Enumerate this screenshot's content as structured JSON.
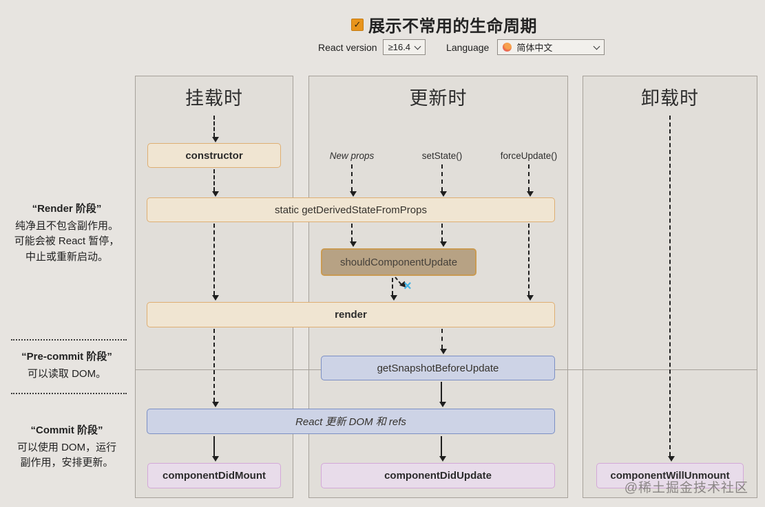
{
  "header": {
    "checkbox_label": "展示不常用的生命周期",
    "checkmark": "✓",
    "react_version_label": "React version",
    "react_version_value": "≥16.4",
    "language_label": "Language",
    "language_value": "简体中文"
  },
  "columns": {
    "mounting": {
      "title": "挂载时"
    },
    "updating": {
      "title": "更新时",
      "triggers": [
        "New props",
        "setState()",
        "forceUpdate()"
      ]
    },
    "unmounting": {
      "title": "卸载时"
    }
  },
  "boxes": {
    "constructor": "constructor",
    "getDerivedStateFromProps": "static getDerivedStateFromProps",
    "shouldComponentUpdate": "shouldComponentUpdate",
    "render": "render",
    "getSnapshotBeforeUpdate": "getSnapshotBeforeUpdate",
    "reactUpdatesDom": "React 更新 DOM 和 refs",
    "componentDidMount": "componentDidMount",
    "componentDidUpdate": "componentDidUpdate",
    "componentWillUnmount": "componentWillUnmount"
  },
  "phases": {
    "render": {
      "title": "“Render 阶段”",
      "lines": [
        "纯净且不包含副作用。",
        "可能会被 React 暂停，",
        "中止或重新启动。"
      ]
    },
    "pre_commit": {
      "title": "“Pre-commit 阶段”",
      "lines": [
        "可以读取 DOM。"
      ]
    },
    "commit": {
      "title": "“Commit 阶段”",
      "lines": [
        "可以使用 DOM，运行",
        "副作用，安排更新。"
      ]
    }
  },
  "cancel_icon": "×",
  "watermark": "@稀土掘金技术社区",
  "colors": {
    "accent-orange": "#e8941c",
    "page-bg": "#e7e4e0",
    "panel-bg": "#e1ded9",
    "panel-border": "#a6a19a",
    "tan-bg": "#f0e5d2",
    "tan-border": "#deae72",
    "tan-dark-bg": "#b7a284",
    "tan-dark-border": "#c99a52",
    "blue-bg": "#cdd3e6",
    "blue-border": "#7b8fc4",
    "purple-bg": "#e8dcea",
    "purple-border": "#d3a8d8",
    "cancel-blue": "#41b4e6",
    "ink": "#1f1f1f"
  }
}
